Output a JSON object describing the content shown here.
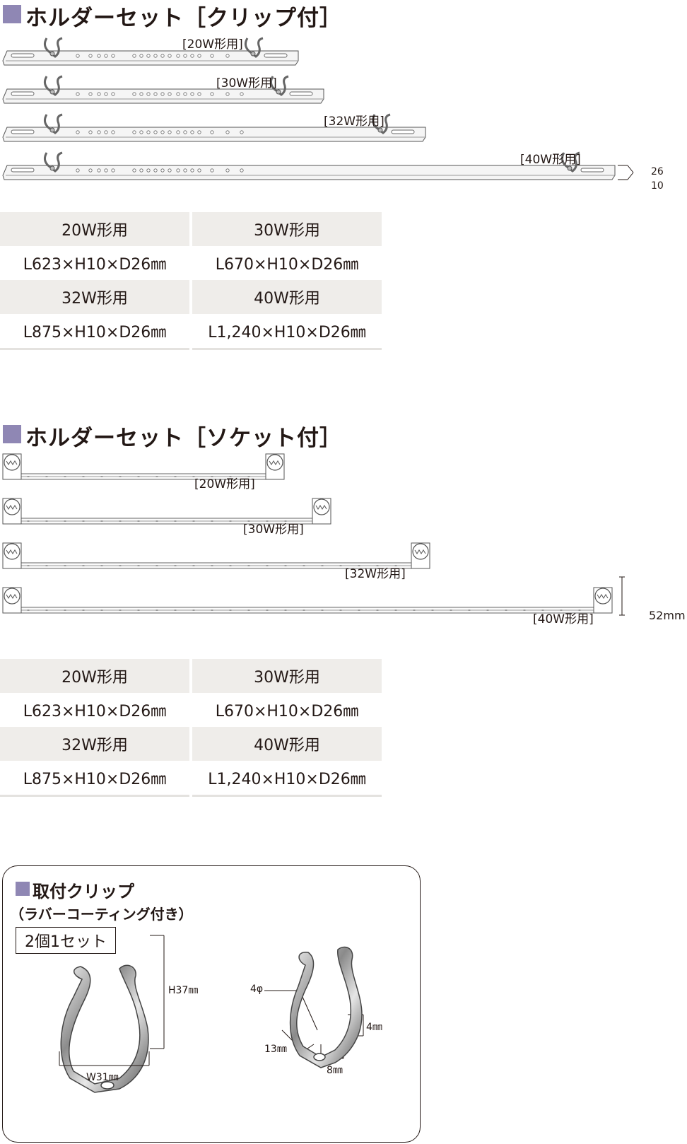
{
  "section1": {
    "title": "ホルダーセット［クリップ付］",
    "bars": [
      {
        "label": "[20W形用]",
        "length_mm": 623
      },
      {
        "label": "[30W形用]",
        "length_mm": 670
      },
      {
        "label": "[32W形用]",
        "length_mm": 875
      },
      {
        "label": "[40W形用]",
        "length_mm": 1240
      }
    ],
    "dim_depth": "26",
    "dim_height": "10",
    "table": {
      "rows": [
        [
          "20W形用",
          "30W形用"
        ],
        [
          "L623×H10×D26㎜",
          "L670×H10×D26㎜"
        ],
        [
          "32W形用",
          "40W形用"
        ],
        [
          "L875×H10×D26㎜",
          "L1,240×H10×D26㎜"
        ]
      ]
    }
  },
  "section2": {
    "title": "ホルダーセット［ソケット付］",
    "bars": [
      {
        "label": "[20W形用]"
      },
      {
        "label": "[30W形用]"
      },
      {
        "label": "[32W形用]"
      },
      {
        "label": "[40W形用]"
      }
    ],
    "dim_height": "52mm",
    "table": {
      "rows": [
        [
          "20W形用",
          "30W形用"
        ],
        [
          "L623×H10×D26㎜",
          "L670×H10×D26㎜"
        ],
        [
          "32W形用",
          "40W形用"
        ],
        [
          "L875×H10×D26㎜",
          "L1,240×H10×D26㎜"
        ]
      ]
    }
  },
  "clip_card": {
    "title": "取付クリップ",
    "subtitle": "（ラバーコーティング付き）",
    "set_label": "2個1セット",
    "dims": {
      "height": "H37㎜",
      "width": "W31㎜",
      "hole": "4φ",
      "thickness": "4㎜",
      "base_len": "13㎜",
      "base_w": "8㎜"
    }
  },
  "colors": {
    "accent": "#8f87b4",
    "table_header_bg": "#efedea",
    "text": "#231815"
  }
}
